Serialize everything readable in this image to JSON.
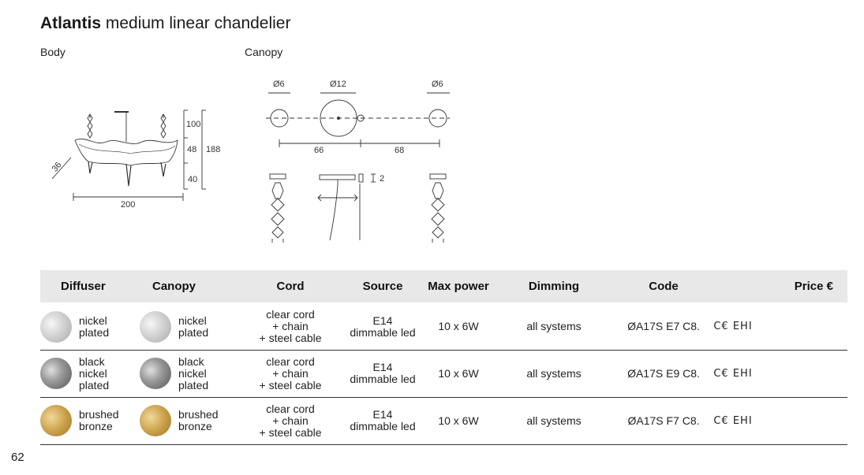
{
  "title": {
    "bold": "Atlantis",
    "rest": "medium linear chandelier"
  },
  "sections": {
    "body": "Body",
    "canopy": "Canopy"
  },
  "body_dims": {
    "d36": "36",
    "d100": "100",
    "d48": "48",
    "d188": "188",
    "d40": "40",
    "d200": "200"
  },
  "canopy_dims": {
    "d6a": "Ø6",
    "d12": "Ø12",
    "d6b": "Ø6",
    "d66": "66",
    "d68": "68",
    "d2": "2"
  },
  "table": {
    "headers": [
      "Diffuser",
      "Canopy",
      "Cord",
      "Source",
      "Max power",
      "Dimming",
      "Code",
      "Price €"
    ],
    "rows": [
      {
        "diffuser": "nickel\nplated",
        "canopy": "nickel\nplated",
        "cord": "clear cord\n+ chain\n+ steel cable",
        "source": "E14\ndimmable led",
        "power": "10 x 6W",
        "dimming": "all systems",
        "code": "ØA17S E7 C8.",
        "cert": "C€ EHI",
        "swatch": "nickel"
      },
      {
        "diffuser": "black\nnickel\nplated",
        "canopy": "black\nnickel\nplated",
        "cord": "clear cord\n+ chain\n+ steel cable",
        "source": "E14\ndimmable led",
        "power": "10 x 6W",
        "dimming": "all systems",
        "code": "ØA17S E9 C8.",
        "cert": "C€ EHI",
        "swatch": "black-nickel"
      },
      {
        "diffuser": "brushed\nbronze",
        "canopy": "brushed\nbronze",
        "cord": "clear cord\n+ chain\n+ steel cable",
        "source": "E14\ndimmable led",
        "power": "10 x 6W",
        "dimming": "all systems",
        "code": "ØA17S F7 C8.",
        "cert": "C€ EHI",
        "swatch": "bronze"
      }
    ]
  },
  "page_number": "62",
  "colors": {
    "header_bg": "#e8e8e8",
    "nickel": "#c8c8c8",
    "black_nickel": "#8a8a8a",
    "bronze": "#c9a24e"
  }
}
